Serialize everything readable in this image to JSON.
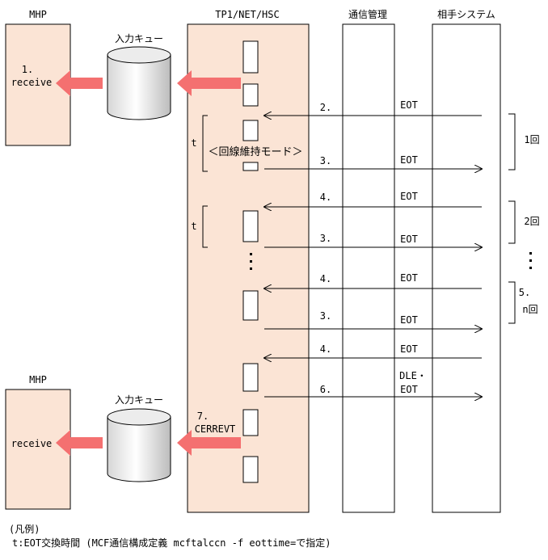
{
  "headers": {
    "mhp": "MHP",
    "tp1": "TP1/NET/HSC",
    "comm": "通信管理",
    "remote": "相手システム"
  },
  "top_mhp": {
    "label_num": "1.",
    "label_text": "receive",
    "queue_label": "入力キュー"
  },
  "bottom_mhp": {
    "title": "MHP",
    "label_text": "receive",
    "queue_label": "入力キュー"
  },
  "tp1": {
    "line_mode": "＜回線維持モード＞",
    "t1": "t",
    "t2": "t",
    "cerr_num": "7.",
    "cerr_text": "CERREVT"
  },
  "messages": [
    {
      "step": "2.",
      "label": "EOT"
    },
    {
      "step": "3.",
      "label": "EOT"
    },
    {
      "step": "4.",
      "label": "EOT"
    },
    {
      "step": "3.",
      "label": "EOT"
    },
    {
      "step": "4.",
      "label": "EOT"
    },
    {
      "step": "3.",
      "label": "EOT"
    },
    {
      "step": "4.",
      "label": "EOT"
    },
    {
      "step": "6.",
      "label_line1": "DLE・",
      "label_line2": "EOT"
    }
  ],
  "brackets": {
    "b1": "1回",
    "b2": "2回",
    "b5_num": "5.",
    "b5_text": "n回"
  },
  "legend": {
    "title": "(凡例)",
    "text": "t:EOT交換時間 (MCF通信構成定義 mcftalccn -f eottime=で指定)"
  },
  "colors": {
    "box_fill": "#fbe4d5",
    "arrow_fill": "#f47070",
    "line": "#000000"
  }
}
